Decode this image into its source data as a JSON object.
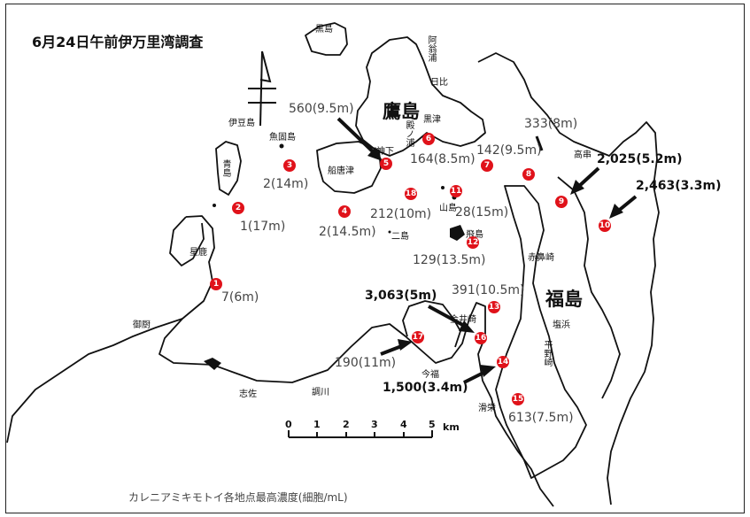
{
  "title": "6月24日午前伊万里湾調査",
  "caption": "カレニアミキモトイ各地点最高濃度(細胞/mL)",
  "colors": {
    "marker": "#e0121a",
    "coast": "#111111"
  },
  "places": {
    "kuroshima": "黒島",
    "abi": "阿翁浦",
    "hibi": "日比",
    "takashima": "鷹島",
    "izu": "伊豆島",
    "uoshima": "魚固島",
    "aoshima": "青島",
    "tonoura": "殿ノ浦",
    "kuroda": "黒津",
    "kamashita": "神下",
    "funakaratsu": "船唐津",
    "niiji": "二島",
    "yamashima": "山島",
    "tobishima": "飛島",
    "akahama": "赤鼻崎",
    "fukushima": "福島",
    "shiohama": "塩浜",
    "hirano": "平野崎",
    "hoshika": "星鹿",
    "mikuriya": "御厨",
    "shisa": "志佐",
    "choukawa": "調川",
    "imafuku": "今福",
    "kanaisaki": "金井崎",
    "namezuku": "滑栄",
    "takakushi": "高串"
  },
  "stations": [
    {
      "id": "1",
      "value": "7(6m)"
    },
    {
      "id": "2",
      "value": "1(17m)"
    },
    {
      "id": "3",
      "value": "2(14m)"
    },
    {
      "id": "4",
      "value": "2(14.5m)"
    },
    {
      "id": "5",
      "value": "560(9.5m)"
    },
    {
      "id": "6",
      "value": "164(8.5m)"
    },
    {
      "id": "7",
      "value": "142(9.5m)"
    },
    {
      "id": "8",
      "value": "333(8m)"
    },
    {
      "id": "9",
      "value": "2,025(5.2m)"
    },
    {
      "id": "10",
      "value": "2,463(3.3m)"
    },
    {
      "id": "11",
      "value": "28(15m)"
    },
    {
      "id": "12",
      "value": "129(13.5m)"
    },
    {
      "id": "13",
      "value": "391(10.5m)"
    },
    {
      "id": "14",
      "value": "1,500(3.4m)"
    },
    {
      "id": "15",
      "value": "613(7.5m)"
    },
    {
      "id": "16",
      "value": "3,063(5m)"
    },
    {
      "id": "17",
      "value": "190(11m)"
    },
    {
      "id": "18",
      "value": "212(10m)"
    }
  ],
  "scale": {
    "ticks": [
      "0",
      "1",
      "2",
      "3",
      "4",
      "5"
    ],
    "unit": "km"
  }
}
